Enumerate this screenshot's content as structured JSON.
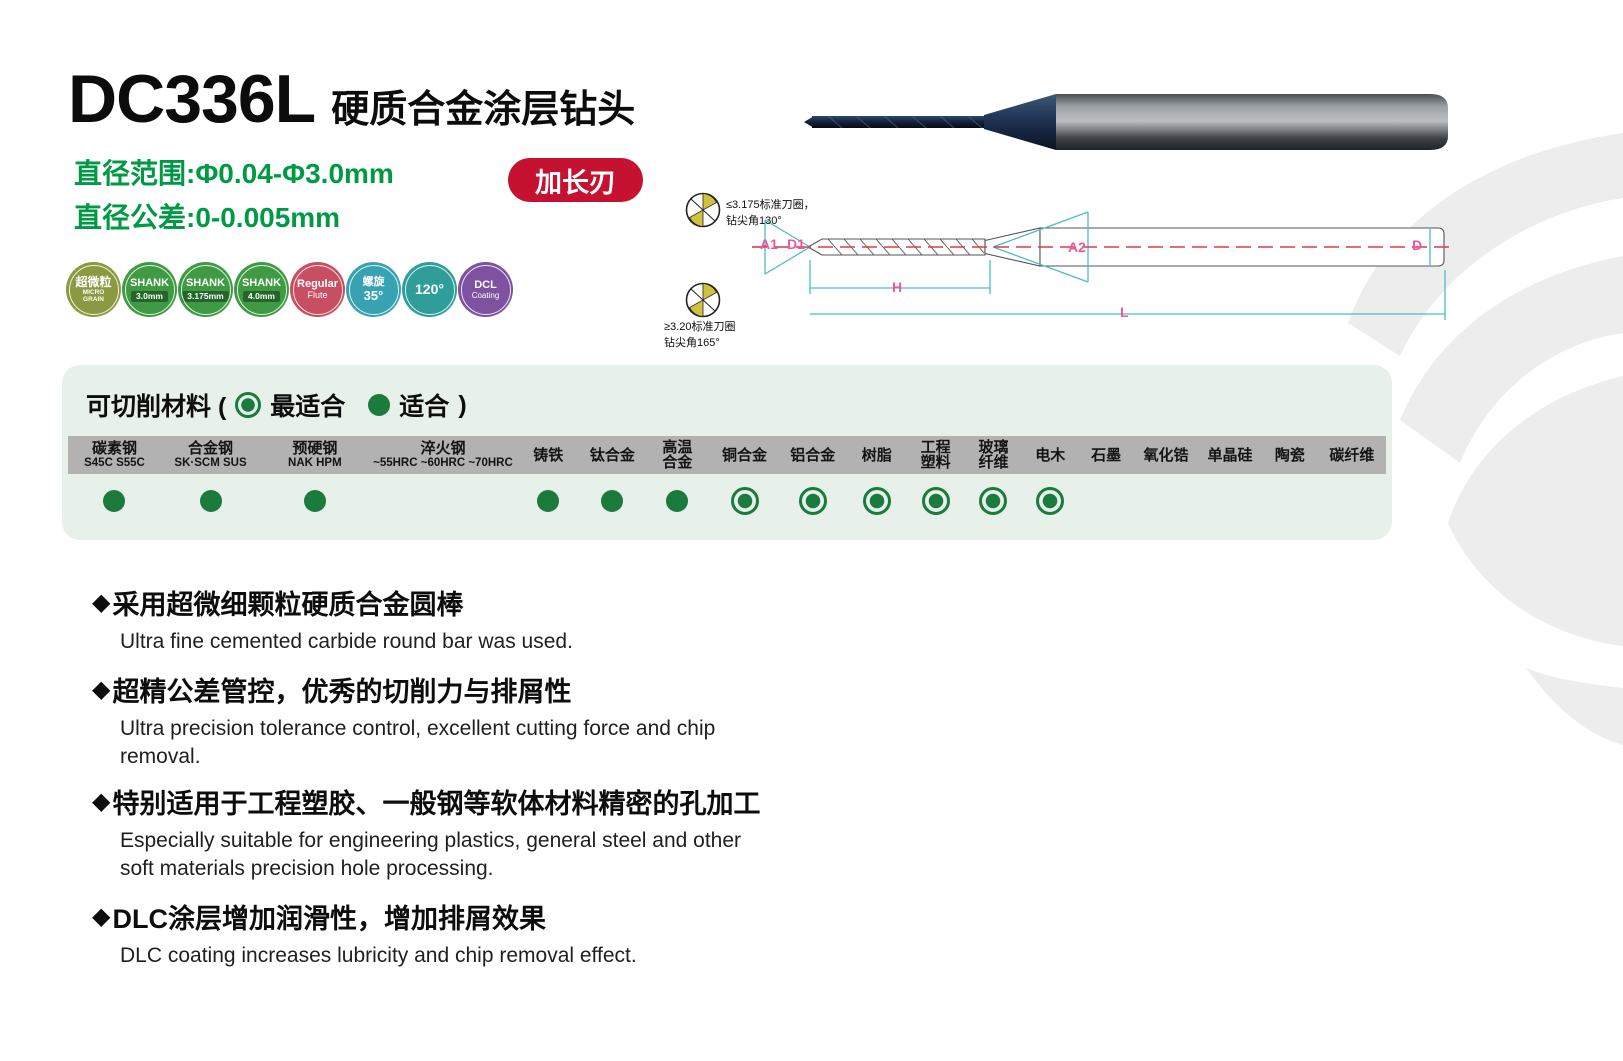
{
  "header": {
    "model": "DC336L",
    "product_name": "硬质合金涂层钻头",
    "diameter_range": "直径范围:Φ0.04-Φ3.0mm",
    "diameter_tolerance": "直径公差:0-0.005mm",
    "tag": "加长刃",
    "accent_green": "#009a44",
    "tag_red": "#c41230"
  },
  "spec_badges": [
    {
      "top": "超微粒",
      "bottom": "MICRO GRAIN",
      "color": "#8b9a40"
    },
    {
      "top": "SHANK",
      "bottom": "3.0mm",
      "color": "#3f9a44"
    },
    {
      "top": "SHANK",
      "bottom": "3.175mm",
      "color": "#3f9a44"
    },
    {
      "top": "SHANK",
      "bottom": "4.0mm",
      "color": "#3f9a44"
    },
    {
      "top": "Regular",
      "bottom": "Flute",
      "color": "#c84f62"
    },
    {
      "top": "螺旋",
      "bottom": "35°",
      "color": "#37a2b2"
    },
    {
      "top": "120°",
      "bottom": "",
      "color": "#2f9e9a"
    },
    {
      "top": "DCL",
      "bottom": "Coating",
      "color": "#7e51a1"
    }
  ],
  "diagram": {
    "note_small_line1": "≤3.175标准刀圈，",
    "note_small_line2": "钻尖角130°",
    "note_large_line1": "≥3.20标准刀圈",
    "note_large_line2": "钻尖角165°",
    "dim_a1": "A1",
    "dim_d1": "D1",
    "dim_a2": "A2",
    "dim_d": "D",
    "dim_h": "H",
    "dim_l": "L"
  },
  "materials": {
    "title": "可切削材料 (",
    "legend_best": "最适合",
    "legend_good": "适合",
    "title_close": ")",
    "dot_green": "#1b7b3d",
    "columns": [
      {
        "name": "碳素钢",
        "sub": "S45C S55C",
        "mark": "good"
      },
      {
        "name": "合金钢",
        "sub": "SK·SCM SUS",
        "mark": "good"
      },
      {
        "name": "预硬钢",
        "sub": "NAK HPM",
        "mark": "good"
      },
      {
        "name": "淬火钢",
        "sub": "~55HRC ~60HRC ~70HRC",
        "mark": ""
      },
      {
        "name": "铸铁",
        "sub": "",
        "mark": "good"
      },
      {
        "name": "钛合金",
        "sub": "",
        "mark": "good"
      },
      {
        "name": "高温\n合金",
        "sub": "",
        "mark": "good"
      },
      {
        "name": "铜合金",
        "sub": "",
        "mark": "best"
      },
      {
        "name": "铝合金",
        "sub": "",
        "mark": "best"
      },
      {
        "name": "树脂",
        "sub": "",
        "mark": "best"
      },
      {
        "name": "工程\n塑料",
        "sub": "",
        "mark": "best"
      },
      {
        "name": "玻璃\n纤维",
        "sub": "",
        "mark": "best"
      },
      {
        "name": "电木",
        "sub": "",
        "mark": "best"
      },
      {
        "name": "石墨",
        "sub": "",
        "mark": ""
      },
      {
        "name": "氧化锆",
        "sub": "",
        "mark": ""
      },
      {
        "name": "单晶硅",
        "sub": "",
        "mark": ""
      },
      {
        "name": "陶瓷",
        "sub": "",
        "mark": ""
      },
      {
        "name": "碳纤维",
        "sub": "",
        "mark": ""
      }
    ]
  },
  "features": {
    "bullet": "◆",
    "items": [
      {
        "zh": "采用超微细颗粒硬质合金圆棒",
        "en": "Ultra fine cemented carbide round bar was used."
      },
      {
        "zh": "超精公差管控，优秀的切削力与排屑性",
        "en": "Ultra precision tolerance control, excellent cutting force and chip removal."
      },
      {
        "zh": "特别适用于工程塑胶、一般钢等软体材料精密的孔加工",
        "en": "Especially suitable for engineering plastics, general steel and other soft  materials precision hole processing."
      },
      {
        "zh": "DLC涂层增加润滑性，增加排屑效果",
        "en": "DLC coating increases lubricity and chip removal effect."
      }
    ]
  }
}
